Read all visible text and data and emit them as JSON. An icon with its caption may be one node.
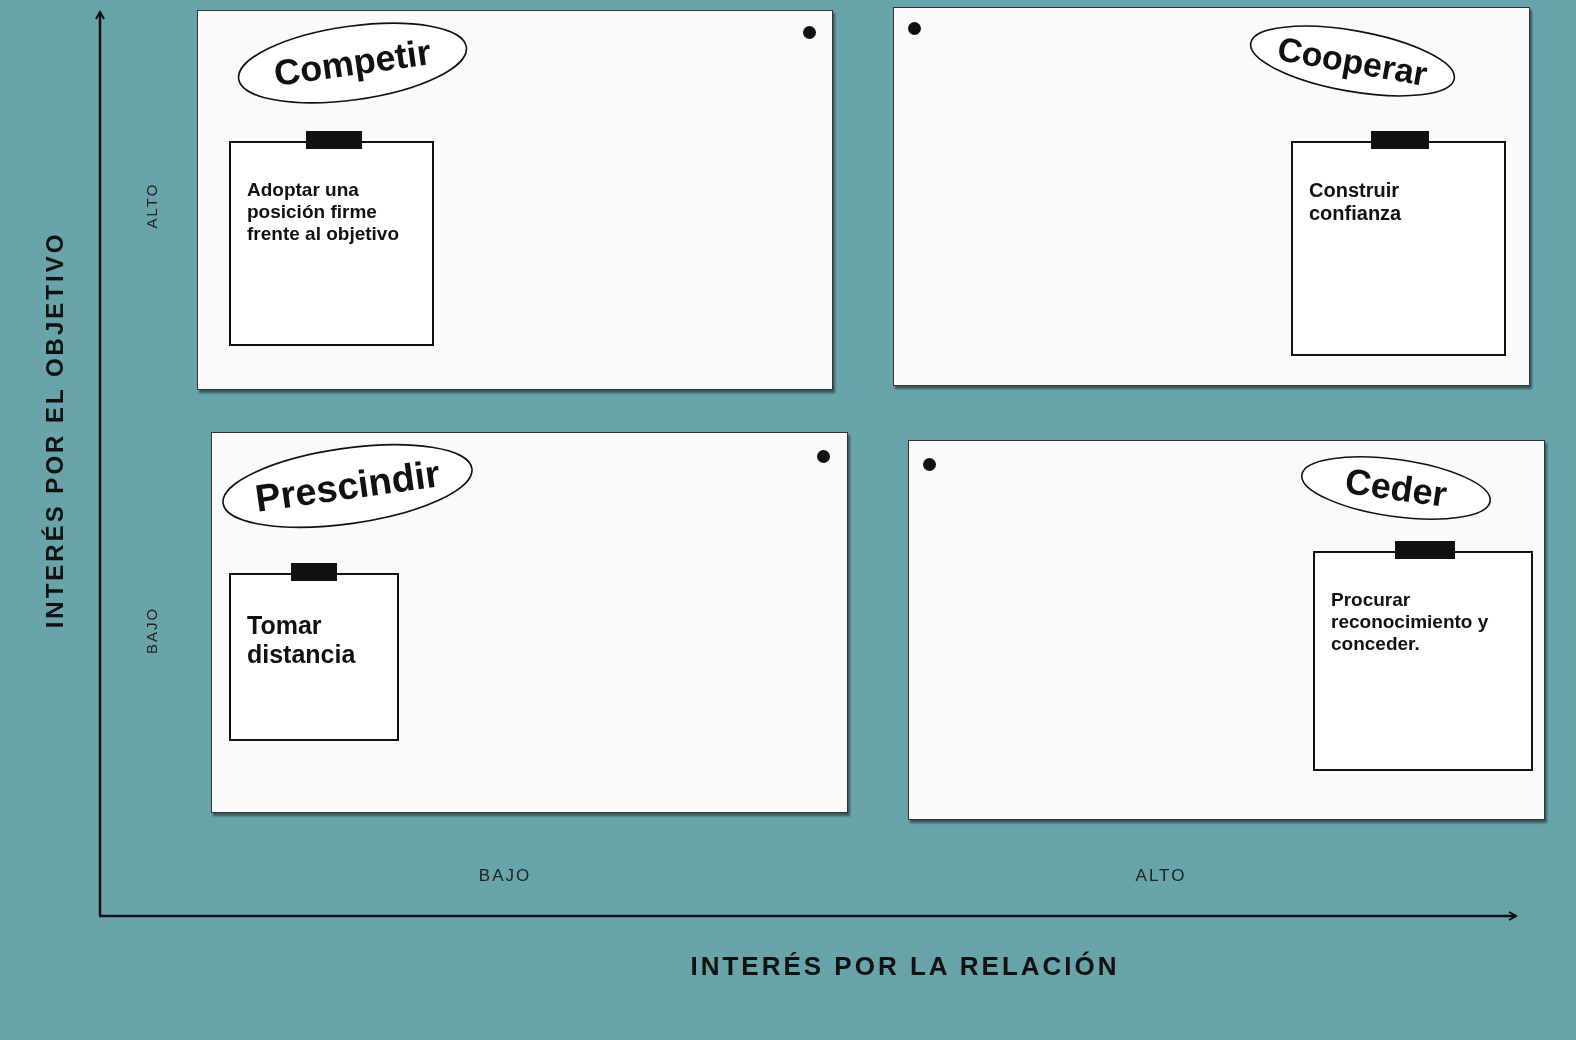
{
  "diagram": {
    "nodes": [
      {
        "text": [],
        "shape": "box"
      },
      {
        "text": [
          "Competir"
        ],
        "in": 0
      },
      {
        "text": [
          "Adoptar una posición firme frente al objetivo"
        ],
        "in": 0
      },
      {
        "text": [],
        "shape": "box"
      },
      {
        "text": [
          "Cooperar"
        ],
        "in": 3
      },
      {
        "text": [
          "Construir confianza"
        ],
        "in": 3
      },
      {
        "text": [],
        "shape": "box"
      },
      {
        "text": [
          "Prescindir"
        ],
        "in": 6
      },
      {
        "text": [
          "Tomar distancia"
        ],
        "in": 6
      },
      {
        "text": [],
        "shape": "box"
      },
      {
        "text": [
          "Ceder"
        ],
        "in": 9
      },
      {
        "text": [
          "Procurar reconocimiento y conceder."
        ],
        "in": 9
      }
    ],
    "labels": [
      "INTERÉS POR EL OBJETIVO",
      "ALTO",
      "BAJO",
      "BAJO",
      "ALTO",
      "INTERÉS POR LA RELACIÓN"
    ]
  }
}
